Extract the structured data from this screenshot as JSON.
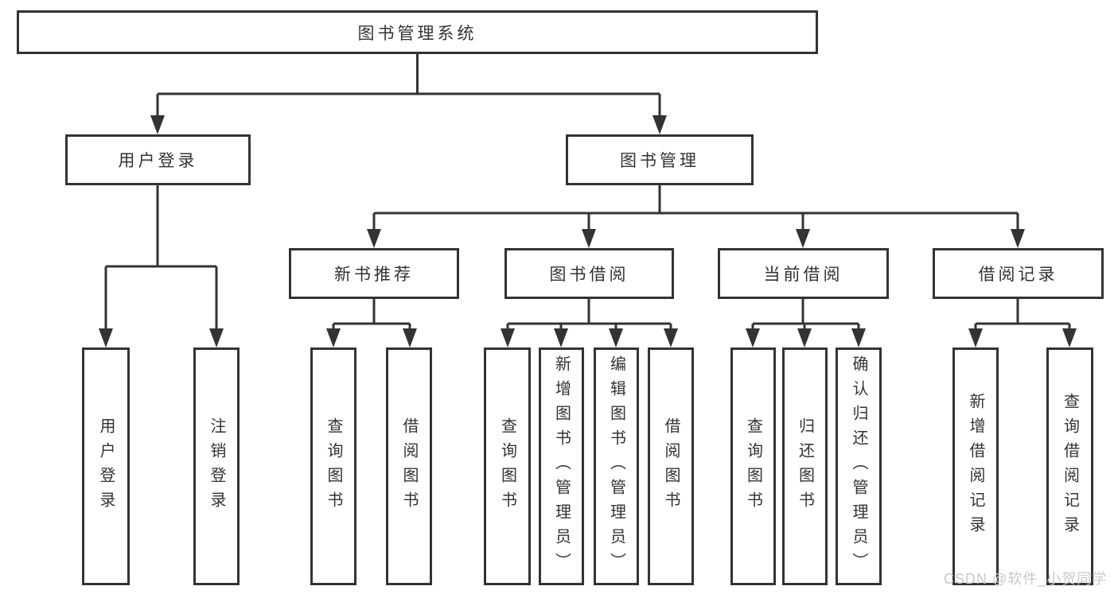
{
  "tree": {
    "root": {
      "label": "图书管理系统"
    },
    "level2": [
      {
        "label": "用户登录"
      },
      {
        "label": "图书管理"
      }
    ],
    "level3": [
      {
        "label": "新书推荐"
      },
      {
        "label": "图书借阅"
      },
      {
        "label": "当前借阅"
      },
      {
        "label": "借阅记录"
      }
    ],
    "leaves": [
      "用户登录",
      "注销登录",
      "查询图书",
      "借阅图书",
      "查询图书",
      "新增图书（管理员）",
      "编辑图书（管理员）",
      "借阅图书",
      "查询图书",
      "归还图书",
      "确认归还（管理员）",
      "新增借阅记录",
      "查询借阅记录"
    ]
  },
  "watermark": "CSDN @软件_小贺同学",
  "colors": {
    "line": "#333333",
    "text": "#333333",
    "watermark": "#c9c9c9",
    "background": "#ffffff"
  }
}
